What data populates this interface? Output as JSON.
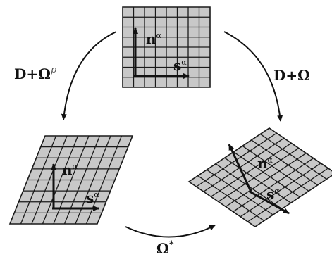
{
  "panels": {
    "top": {
      "normal_label": "n",
      "normal_sup": "α",
      "slip_label": "s",
      "slip_sup": "α"
    },
    "left": {
      "normal_label": "n",
      "normal_sup": "α",
      "slip_label": "s",
      "slip_sup": "α"
    },
    "right": {
      "normal_label": "n",
      "normal_sup": "α",
      "slip_label": "s",
      "slip_sup": "α"
    }
  },
  "arrows": {
    "left_label": "D+Ω",
    "left_sup": "p",
    "right_label": "D+Ω",
    "bottom_label": "Ω",
    "bottom_sup": "*"
  },
  "colors": {
    "grid_fill": "#c8c8c8",
    "grid_line": "#1a1a1a",
    "arrow": "#111111"
  }
}
